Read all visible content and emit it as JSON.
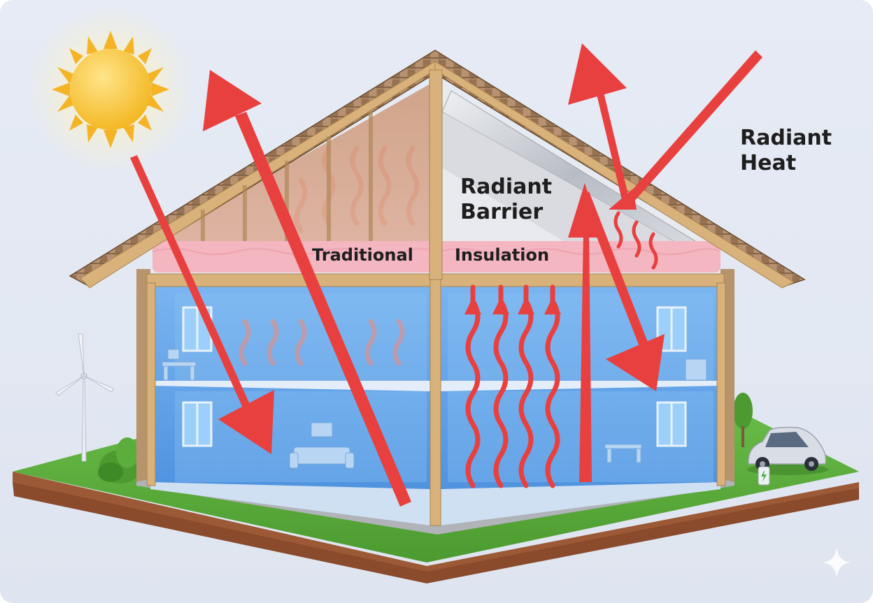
{
  "labels": {
    "traditional": "Traditional",
    "insulation": "Insulation",
    "radiant_barrier_line1": "Radiant",
    "radiant_barrier_line2": "Barrier",
    "radiant_heat_line1": "Radiant",
    "radiant_heat_line2": "Heat"
  },
  "colors": {
    "sky": "#e4eaf4",
    "heat_arrow": "#e8403f",
    "insulation_pink": "#f4b6c0",
    "room_blue": "#5a9ee8",
    "grass": "#5cae3c",
    "soil": "#8a4a2c",
    "roof_shingle": "#a07a58",
    "foil": "#c9ccd2",
    "sun": "#f7c332",
    "wood": "#d8b27a"
  },
  "icons": [
    "sun-icon",
    "wind-turbine-icon",
    "electric-car-icon",
    "charger-icon",
    "sparkle-icon",
    "sofa-icon",
    "desk-icon",
    "window-icon"
  ]
}
